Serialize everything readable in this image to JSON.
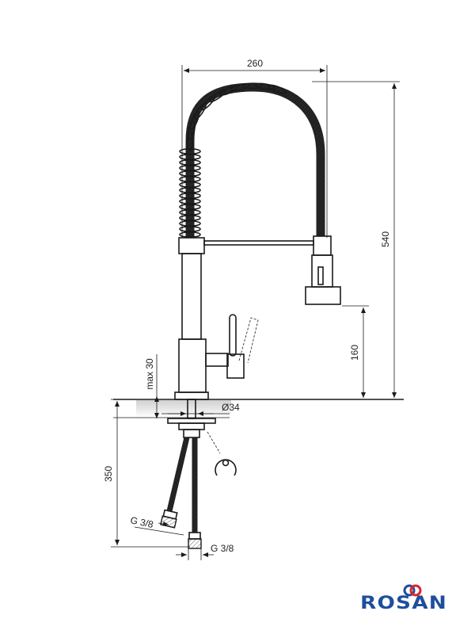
{
  "dimensions": {
    "width": "260",
    "height": "540",
    "spout_height": "160",
    "max_thickness": "max 30",
    "hole_diameter": "Ø34",
    "hose_length": "350",
    "thread_left": "G 3/8",
    "thread_bottom": "G 3/8"
  },
  "brand": {
    "name": "ROSAN",
    "color": "#1f4e9c",
    "accent": "#d9262c"
  }
}
